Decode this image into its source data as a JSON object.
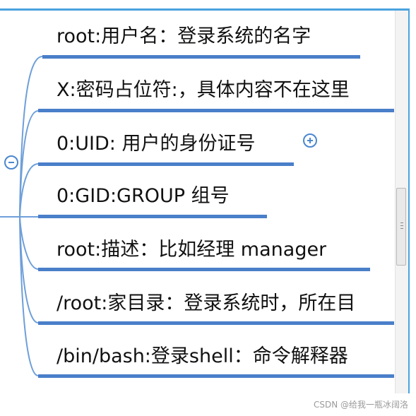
{
  "mindmap": {
    "items": [
      {
        "label": "root:用户名：登录系统的名字"
      },
      {
        "label": "X:密码占位符:，具体内容不在这里"
      },
      {
        "label": "0:UID: 用户的身份证号"
      },
      {
        "label": "0:GID:GROUP 组号"
      },
      {
        "label": "root:描述：比如经理 manager"
      },
      {
        "label": "/root:家目录：登录系统时，所在目"
      },
      {
        "label": "/bin/bash:登录shell：命令解释器"
      }
    ],
    "line_color": "#4a7fc9"
  },
  "icons": {
    "collapse": "collapse-minus-icon",
    "expand": "expand-plus-icon"
  },
  "watermark": "CSDN @给我一瓶冰阔洛",
  "colors": {
    "frame": "#4aa3df",
    "text": "#111111"
  }
}
